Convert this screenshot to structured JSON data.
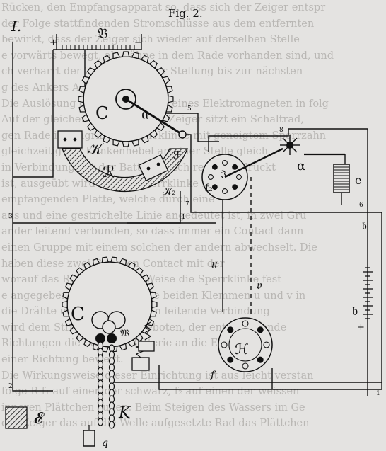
{
  "figure": {
    "title": "Fig. 2.",
    "panel_label": "I.",
    "component_labels": {
      "B": "𝔅",
      "C_top": "C",
      "a_top": "𝔞",
      "K_top": "𝒦",
      "R": "ℛ",
      "F": "ℱ",
      "K2": "𝒦₂",
      "f2": "f₂",
      "J": "𝔍",
      "alpha": "α",
      "e": "e",
      "b": "𝔟",
      "plus": "+",
      "u": "𝔲",
      "v": "𝔳",
      "H": "ℋ",
      "f": "f",
      "C_bottom": "C",
      "W": "𝔚",
      "K_bottom": "K",
      "q": "q",
      "E": "𝓔",
      "minus_left": "−",
      "plus_left": "+"
    },
    "wire_numbers": [
      "1",
      "2",
      "3",
      "4",
      "5",
      "6",
      "7",
      "8"
    ]
  },
  "background_text": [
    "Rücken, den Empfangsapparat so, dass sich der Zeiger entspr",
    "der Folge stattfindenden Stromschlüsse aus dem entfernten",
    "bewirkt, dass der Zeiger sich wieder auf derselben Stelle",
    "e vorwärts bewegt, als Zähne in dem Rade vorhanden sind, und",
    "ch verharrt der Zeiger in seiner Stellung bis zur nächsten",
    "g des Ankers A.",
    "Die Auslösung geschieht mittels eines Elektromagneten in folg",
    "Auf der gleichen Welle mit dem Zeiger sitzt ein Schaltrad,",
    "gen Rade in Eingriff die Sperrklinke mit geneigtem Sperrzahn",
    "gleichzeitig der Klinkenhebel an einer Stelle gleich",
    "in Verbindung mit der Batterie nach rechts gedrückt",
    "ist, ausgeübt wird auf die Sperrklinke im der",
    "empfangenden Platte, welche durch eine",
    "aus und eine gestrichelte Linie angedeutet ist, in zwei Gru",
    "ander leitend verbunden, so dass immer ein Contact dann",
    "einen Gruppe mit einem solchen der andern abwechselt. Die",
    "haben diese zwei Gruppen Contact mit der",
    "worauf das Rad in gleicher Weise die Sperrklinke fest",
    "e angegebenen Quelle und die beiden Klemmen u und v in",
    "die Drähte u und v einander in leitende Verbindung",
    "wird dem Strome ein Weg geboten, der entsprechende",
    "Richtungen die Pole der Batterie an die Elektroma",
    "einer Richtung bewegt.",
    "Die Wirkungsweise dieser Einrichtung ist aus leicht verstan",
    "folge R f₁ auf einen der schwarz, f₂ auf einen der weissen",
    "inneren Plättchen ruhen. Beim Steigen des Wassers im Ge",
    "der Zeiger das auf die Welle aufgesetzte Rad das Plättchen"
  ]
}
